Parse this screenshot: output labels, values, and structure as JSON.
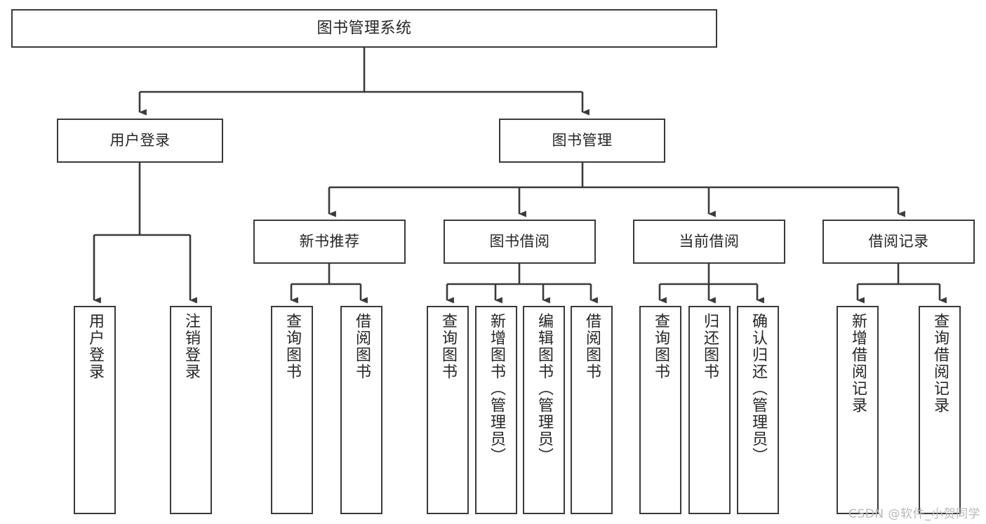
{
  "diagram": {
    "title": "图书管理系统",
    "type": "tree-hierarchy-chart",
    "colors": {
      "box_stroke": "#3a3a3a",
      "box_fill": "#ffffff",
      "edge": "#3a3a3a",
      "text": "#262626",
      "watermark": "#b9b9b9",
      "background": "#ffffff"
    },
    "watermark": "CSDN @软件_小贺同学",
    "nodes": {
      "root": {
        "label": "图书管理系统"
      },
      "level2": [
        {
          "id": "user-login",
          "label": "用户登录"
        },
        {
          "id": "book-management",
          "label": "图书管理"
        }
      ],
      "level3": [
        {
          "id": "new-book-recommend",
          "label": "新书推荐"
        },
        {
          "id": "book-borrow",
          "label": "图书借阅"
        },
        {
          "id": "current-borrow",
          "label": "当前借阅"
        },
        {
          "id": "borrow-record",
          "label": "借阅记录"
        }
      ],
      "leaves": {
        "user_login": [
          {
            "id": "leaf-user-login",
            "label": "用户登录"
          },
          {
            "id": "leaf-logout-login",
            "label": "注销登录"
          }
        ],
        "new_book_recommend": [
          {
            "id": "leaf-query-book-1",
            "label": "查询图书"
          },
          {
            "id": "leaf-borrow-book-1",
            "label": "借阅图书"
          }
        ],
        "book_borrow": [
          {
            "id": "leaf-query-book-2",
            "label": "查询图书"
          },
          {
            "id": "leaf-add-book",
            "label": "新增图书（管理员）"
          },
          {
            "id": "leaf-edit-book",
            "label": "编辑图书（管理员）"
          },
          {
            "id": "leaf-borrow-book-2",
            "label": "借阅图书"
          }
        ],
        "current_borrow": [
          {
            "id": "leaf-query-book-3",
            "label": "查询图书"
          },
          {
            "id": "leaf-return-book",
            "label": "归还图书"
          },
          {
            "id": "leaf-confirm-return",
            "label": "确认归还（管理员）"
          }
        ],
        "borrow_record": [
          {
            "id": "leaf-add-record",
            "label": "新增借阅记录"
          },
          {
            "id": "leaf-query-record",
            "label": "查询借阅记录"
          }
        ]
      }
    }
  }
}
